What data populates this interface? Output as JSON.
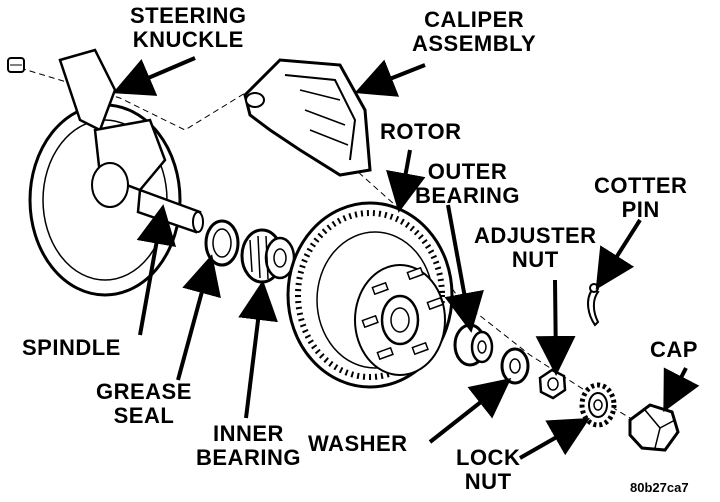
{
  "colors": {
    "ink": "#000000",
    "paper": "#ffffff"
  },
  "labels": {
    "steering_knuckle": "STEERING\nKNUCKLE",
    "caliper_assembly": "CALIPER\nASSEMBLY",
    "rotor": "ROTOR",
    "outer_bearing": "OUTER\nBEARING",
    "cotter_pin": "COTTER\nPIN",
    "adjuster_nut": "ADJUSTER\nNUT",
    "cap": "CAP",
    "spindle": "SPINDLE",
    "grease_seal": "GREASE\nSEAL",
    "inner_bearing": "INNER\nBEARING",
    "washer": "WASHER",
    "lock_nut": "LOCK\nNUT"
  },
  "figure_code": "80b27ca7"
}
